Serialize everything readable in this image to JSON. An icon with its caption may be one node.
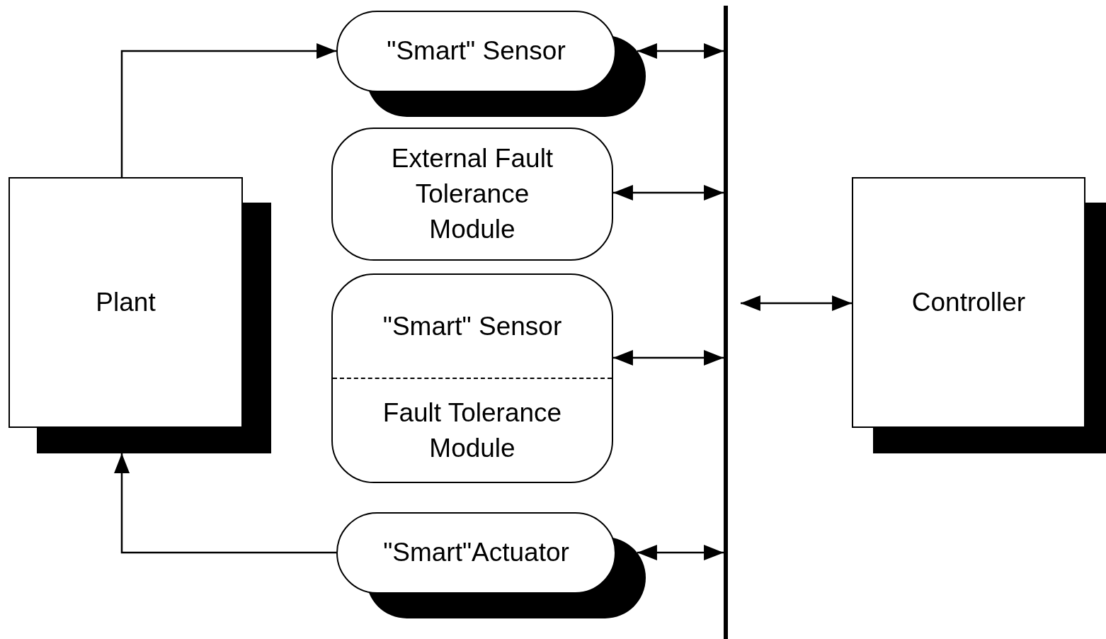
{
  "diagram": {
    "nodes": [
      {
        "text": [
          "Plant"
        ]
      },
      {
        "text": [
          "\"Smart\" Sensor"
        ]
      },
      {
        "text": [
          "External Fault Tolerance Module"
        ]
      },
      {
        "text": [
          "\"Smart\" Sensor",
          "Fault Tolerance Module"
        ]
      },
      {
        "text": [
          "\"Smart\"Actuator"
        ]
      },
      {
        "text": [],
        "shape": "bar"
      },
      {
        "text": [
          "Controller"
        ]
      }
    ],
    "edges": [
      {
        "from": 0,
        "to": 1,
        "arrow": "to"
      },
      {
        "from": 4,
        "to": 0,
        "arrow": "to"
      },
      {
        "from": 1,
        "to": 5,
        "arrow": "both"
      },
      {
        "from": 2,
        "to": 5,
        "arrow": "both"
      },
      {
        "from": 3,
        "to": 5,
        "arrow": "both"
      },
      {
        "from": 4,
        "to": 5,
        "arrow": "both"
      },
      {
        "from": 5,
        "to": 6,
        "arrow": "both"
      }
    ]
  }
}
